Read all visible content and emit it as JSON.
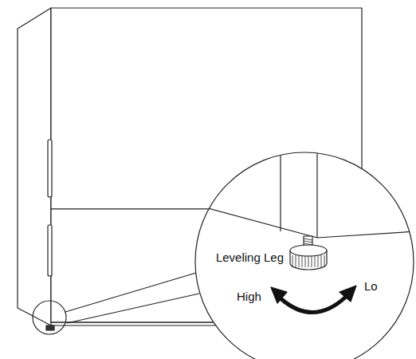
{
  "diagram": {
    "labels": [
      "Leveling Leg",
      "High",
      "Lo"
    ]
  }
}
